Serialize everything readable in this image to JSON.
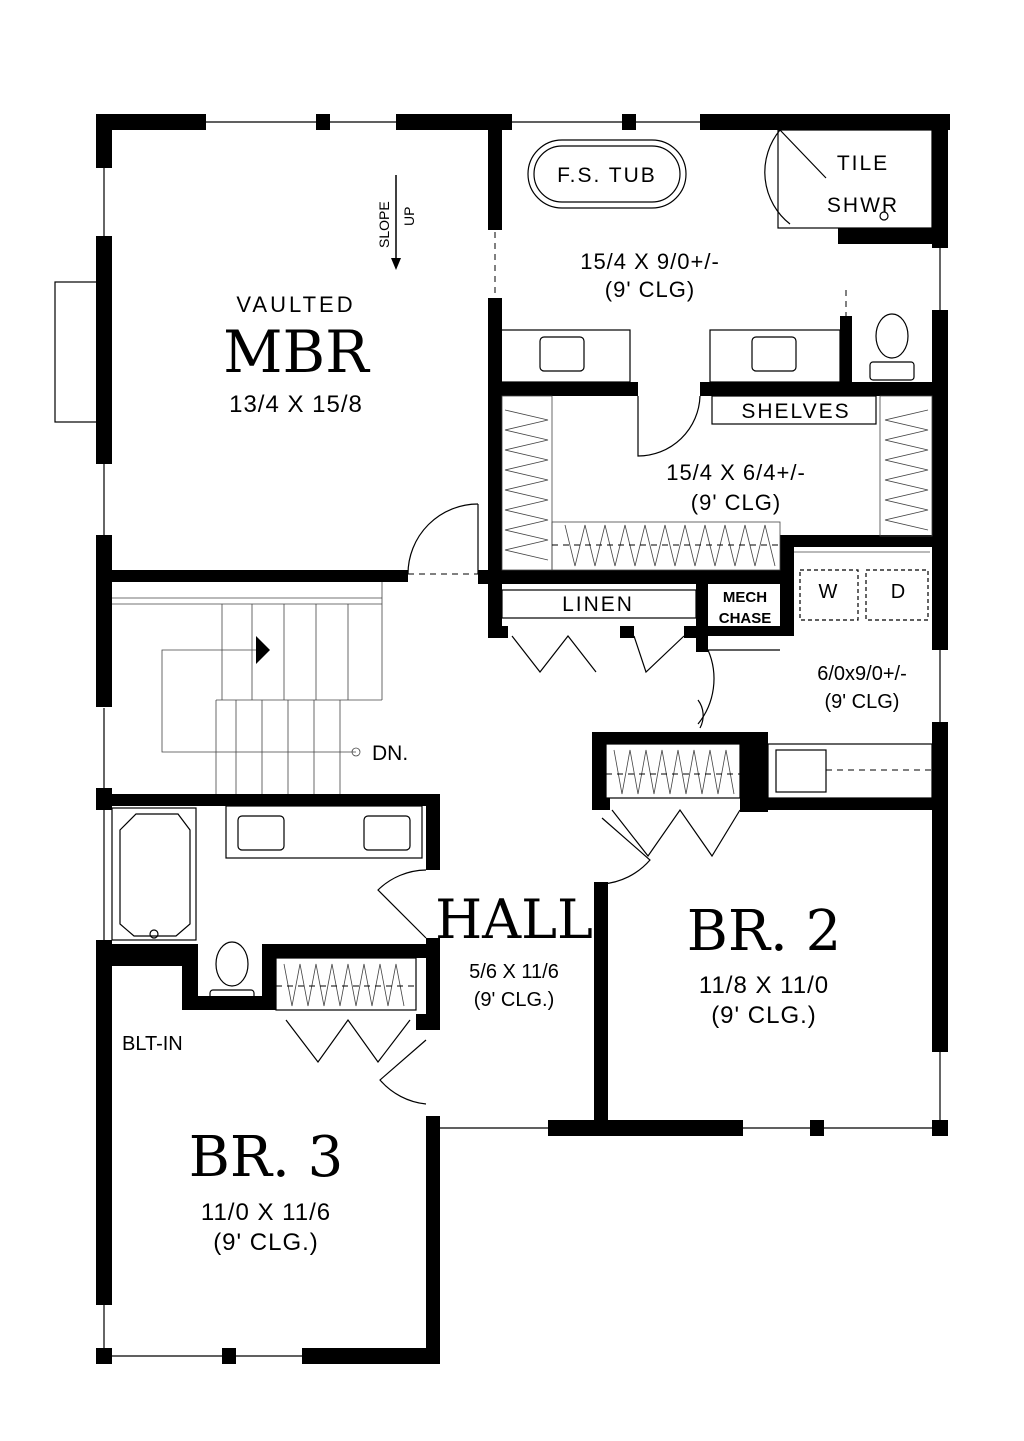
{
  "rooms": {
    "mbr": {
      "note": "VAULTED",
      "name": "MBR",
      "size": "13/4 X 15/8",
      "slope": "SLOPE",
      "up": "UP"
    },
    "bath": {
      "size": "15/4 X 9/0+/-",
      "ceiling": "(9' CLG)",
      "tub": "F.S. TUB",
      "shower_line1": "TILE",
      "shower_line2": "SHWR"
    },
    "closet": {
      "size": "15/4 X 6/4+/-",
      "ceiling": "(9' CLG)",
      "shelves": "SHELVES"
    },
    "linen": {
      "name": "LINEN"
    },
    "mech": {
      "line1": "MECH",
      "line2": "CHASE"
    },
    "laundry": {
      "washer": "W",
      "dryer": "D",
      "size": "6/0x9/0+/-",
      "ceiling": "(9' CLG)"
    },
    "stairs": {
      "dn": "DN."
    },
    "hall": {
      "name": "HALL",
      "size": "5/6 X 11/6",
      "ceiling": "(9' CLG.)"
    },
    "br2": {
      "name": "BR. 2",
      "size": "11/8 X 11/0",
      "ceiling": "(9' CLG.)"
    },
    "br3": {
      "name": "BR. 3",
      "size": "11/0 X 11/6",
      "ceiling": "(9' CLG.)",
      "builtin": "BLT-IN"
    }
  }
}
